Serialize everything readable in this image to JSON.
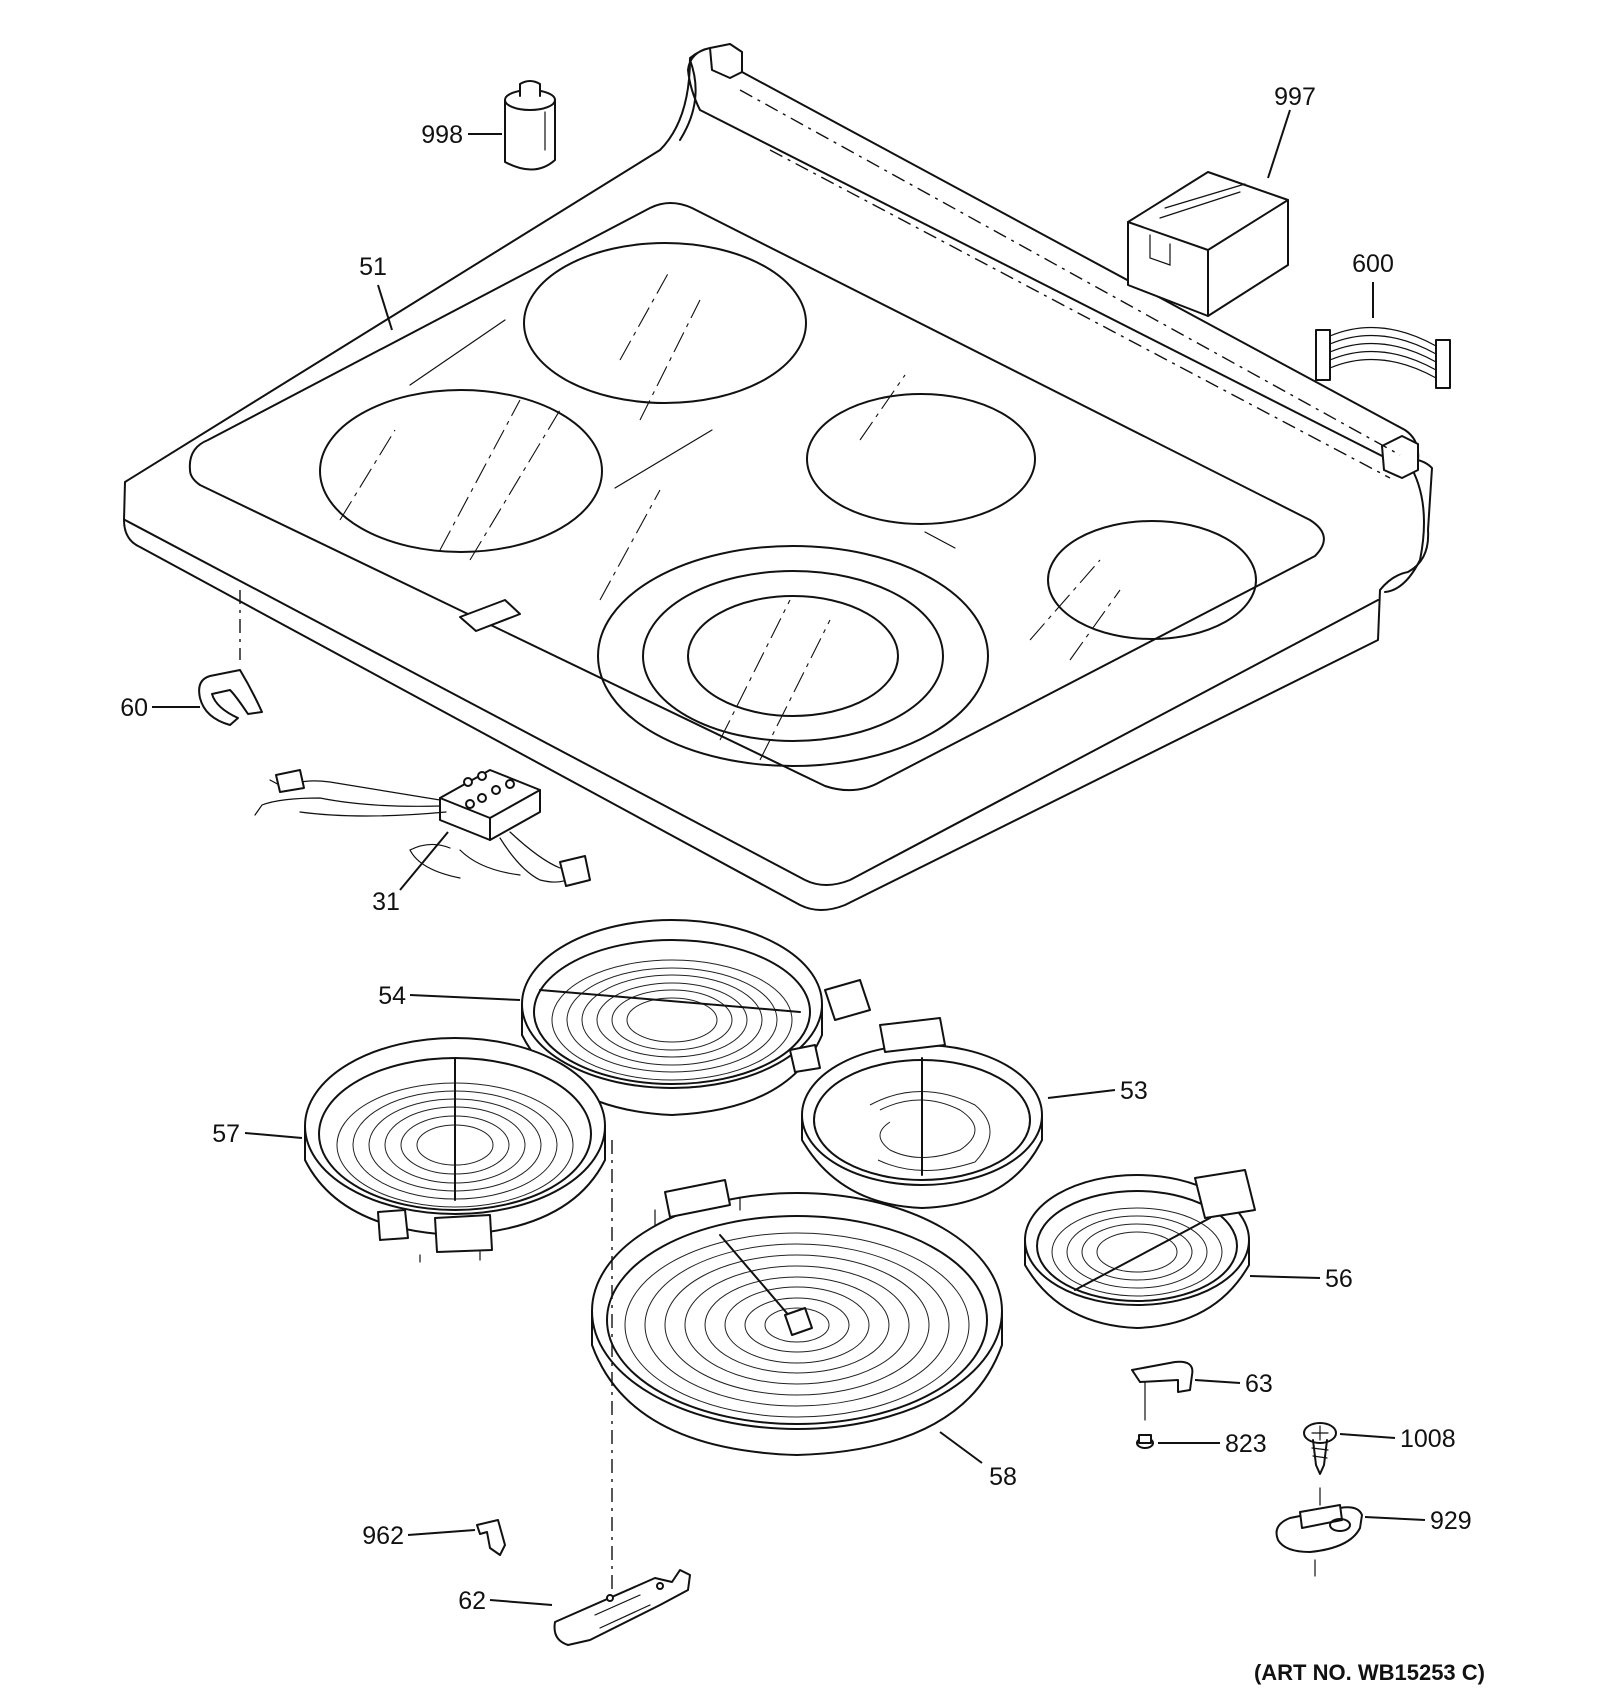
{
  "art_number": "(ART NO. WB15253 C)",
  "callouts": {
    "p998": "998",
    "p997": "997",
    "p600": "600",
    "p51": "51",
    "p60": "60",
    "p31": "31",
    "p54": "54",
    "p53": "53",
    "p57": "57",
    "p56": "56",
    "p63": "63",
    "p823": "823",
    "p1008": "1008",
    "p58": "58",
    "p929": "929",
    "p962": "962",
    "p62": "62"
  }
}
